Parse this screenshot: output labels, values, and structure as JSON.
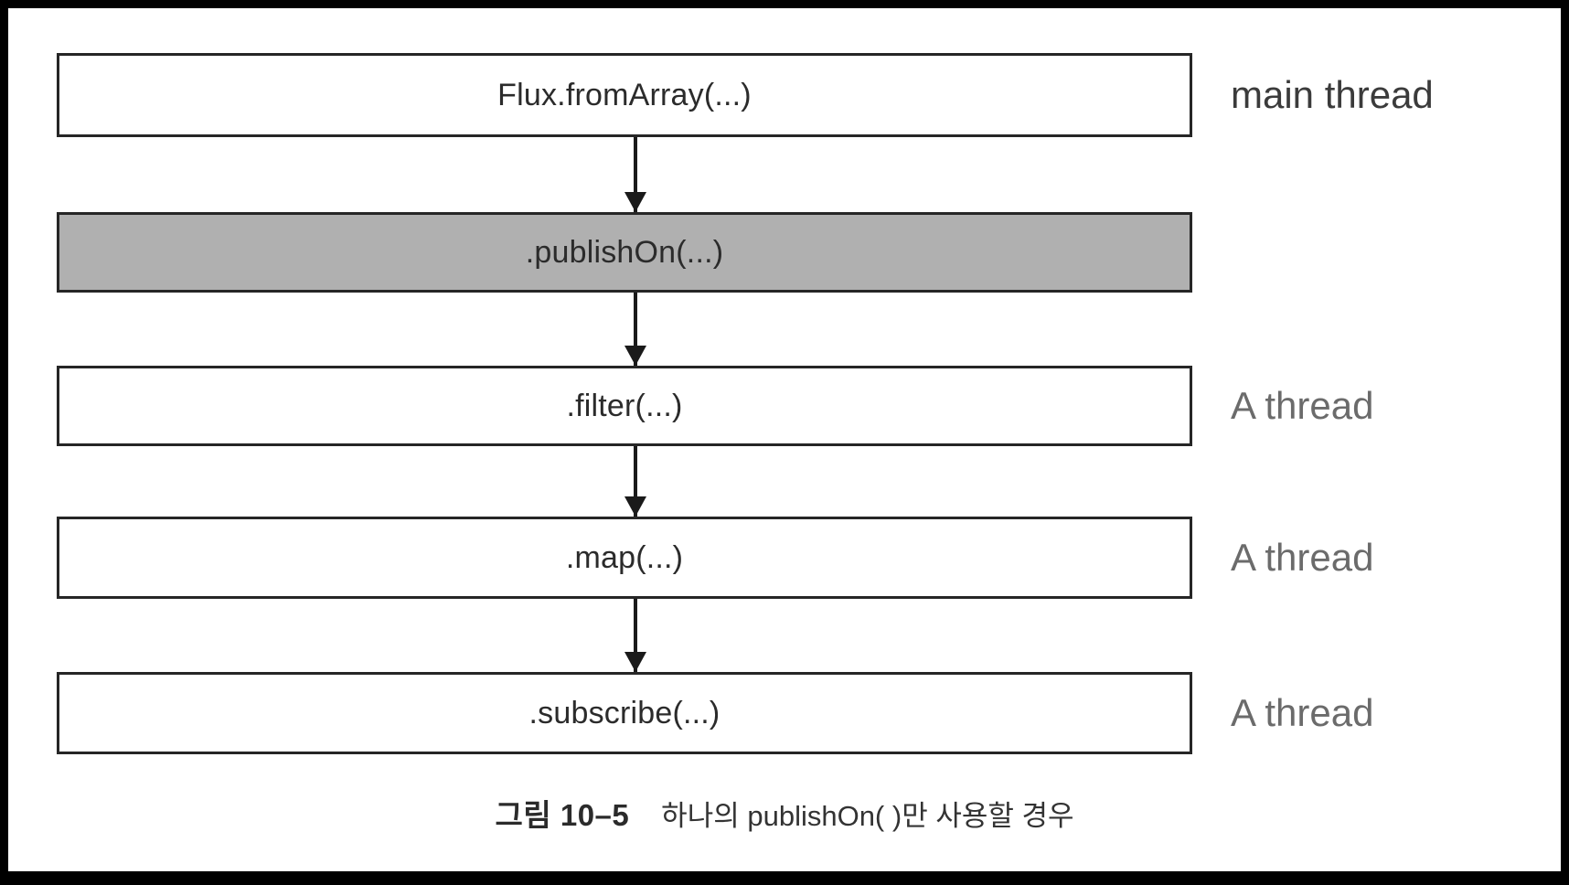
{
  "figure": {
    "caption_number": "그림 10–5",
    "caption_text": "하나의 publishOn( )만 사용할 경우",
    "frame_color": "#000000",
    "page_color": "#ffffff",
    "highlight_color": "#b0b0b0",
    "box_border_color": "#262626",
    "arrow_color": "#1a1a1a"
  },
  "diagram": {
    "type": "flow",
    "boxes": [
      {
        "label": "Flux.fromArray(...)",
        "highlighted": false,
        "thread": "main thread"
      },
      {
        "label": ".publishOn(...)",
        "highlighted": true,
        "thread": ""
      },
      {
        "label": ".filter(...)",
        "highlighted": false,
        "thread": "A thread"
      },
      {
        "label": ".map(...)",
        "highlighted": false,
        "thread": "A thread"
      },
      {
        "label": ".subscribe(...)",
        "highlighted": false,
        "thread": "A thread"
      }
    ],
    "threads": {
      "main": "main thread",
      "a": "A thread"
    }
  }
}
